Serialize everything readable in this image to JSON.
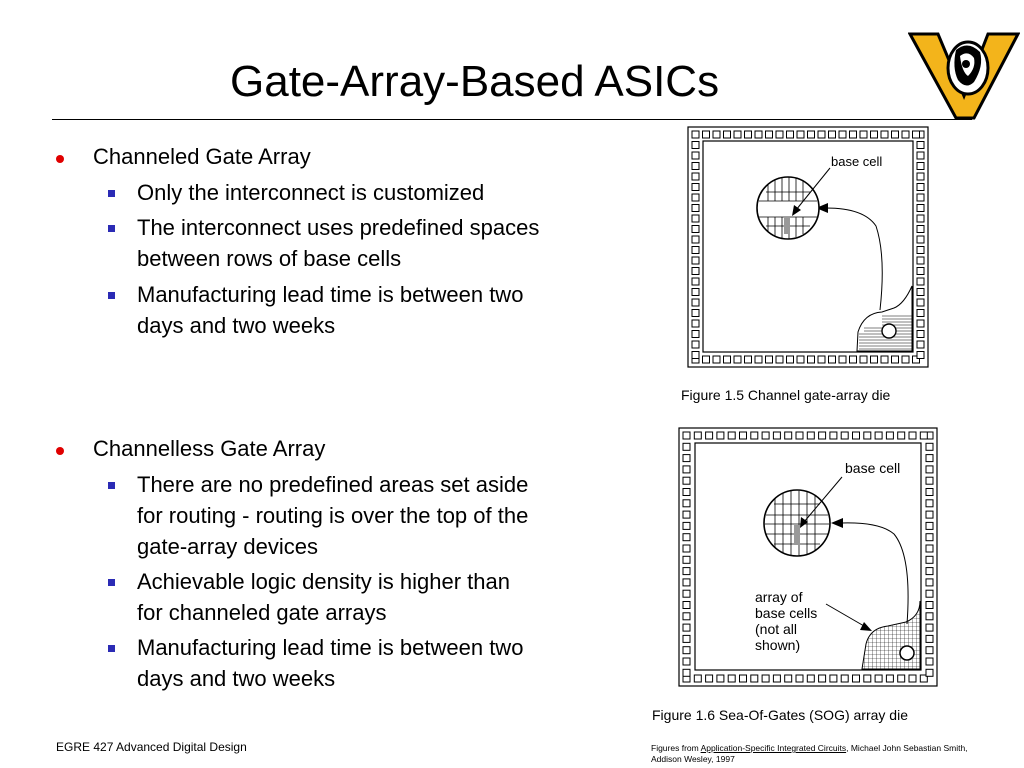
{
  "slide": {
    "title": "Gate-Array-Based ASICs",
    "sections": [
      {
        "heading": "Channeled Gate Array",
        "bullets": [
          "Only the interconnect is customized",
          [
            "The interconnect uses predefined spaces",
            "between rows of base cells"
          ],
          [
            "Manufacturing lead time is between two",
            "days and two weeks"
          ]
        ]
      },
      {
        "heading": "Channelless Gate Array",
        "bullets": [
          [
            "There are no predefined areas set aside",
            "for routing - routing is over the top of the",
            "gate-array devices"
          ],
          [
            "Achievable logic density is higher than",
            "for channeled gate arrays"
          ],
          [
            "Manufacturing lead time is between two",
            "days and two weeks"
          ]
        ]
      }
    ]
  },
  "figures": {
    "fig1": {
      "caption": "Figure 1.5 Channel gate-array die",
      "label_base_cell": "base cell"
    },
    "fig2": {
      "caption": "Figure 1.6 Sea-Of-Gates (SOG) array die",
      "label_base_cell": "base cell",
      "label_array": [
        "array of",
        "base cells",
        "(not all",
        "shown)"
      ]
    }
  },
  "footer": {
    "course": "EGRE 427 Advanced Digital Design",
    "credit_prefix": "Figures from ",
    "credit_book": "Application-Specific Integrated Circuits",
    "credit_suffix": ", Michael John Sebastian Smith, Addison Wesley, 1997"
  },
  "colors": {
    "bullet_level1": "#e00000",
    "bullet_level2": "#2b2bb5",
    "logo_gold": "#f3b41b"
  }
}
